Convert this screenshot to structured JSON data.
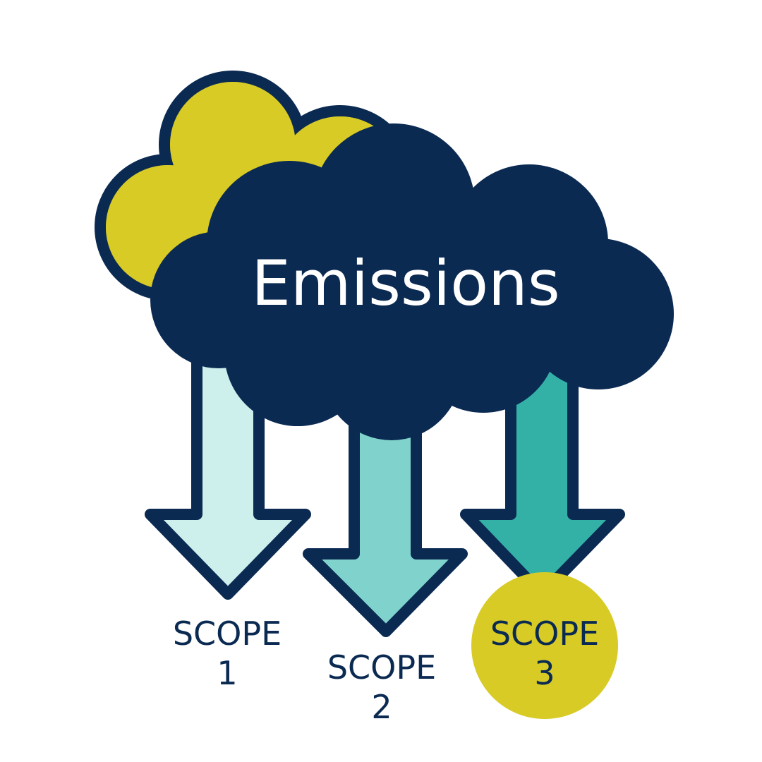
{
  "title": "Emissions",
  "colors": {
    "outline": "#0b2a52",
    "cloud_back": "#d8cb26",
    "cloud_front": "#0b2a52",
    "title_text": "#ffffff",
    "arrow_1": "#cdf0ed",
    "arrow_2": "#80d3cc",
    "arrow_3": "#34b1a7",
    "scope3_highlight": "#d8cb26"
  },
  "scopes": [
    {
      "word": "SCOPE",
      "number": "1"
    },
    {
      "word": "SCOPE",
      "number": "2"
    },
    {
      "word": "SCOPE",
      "number": "3"
    }
  ]
}
